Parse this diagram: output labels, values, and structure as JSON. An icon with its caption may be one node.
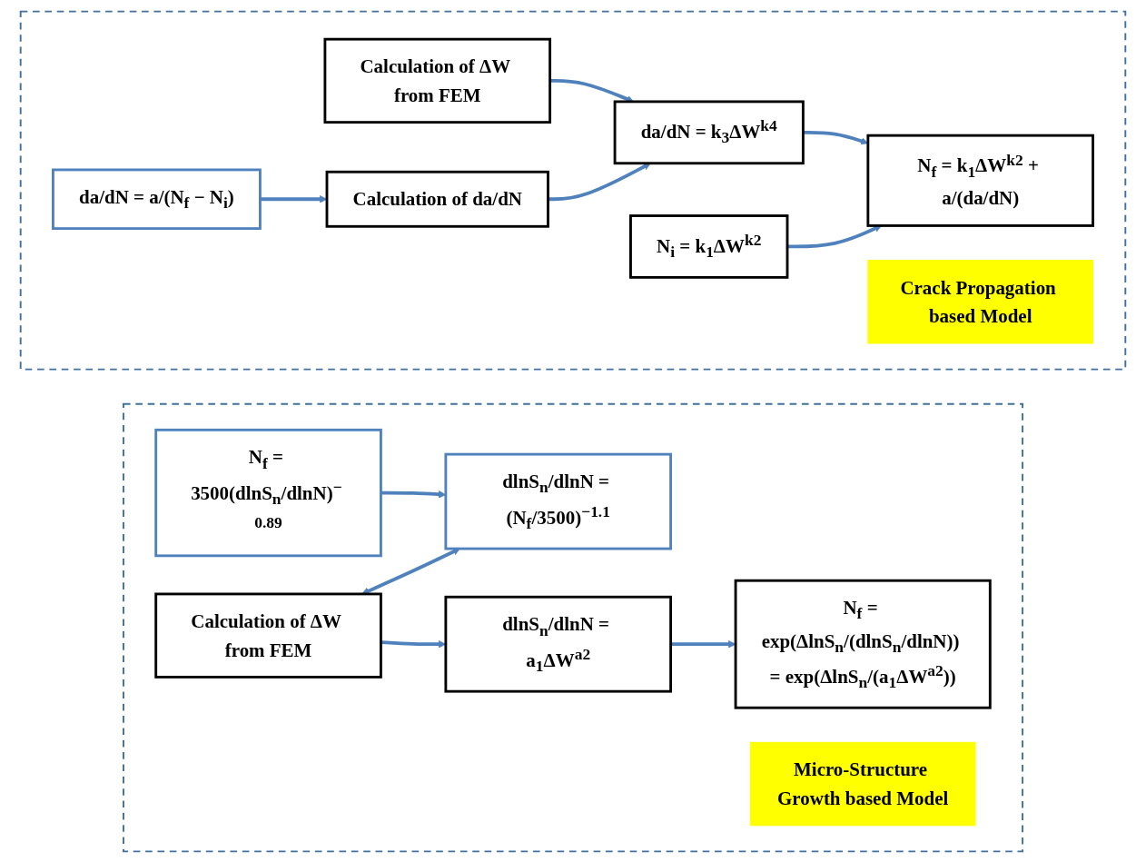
{
  "diagram": {
    "nodes": [
      {
        "text": [],
        "shape": "box"
      },
      {
        "text": [
          "Calculation of ΔW from FEM"
        ],
        "in": 0
      },
      {
        "text": [
          "Calculation of da/dN"
        ],
        "in": 0
      },
      {
        "text": [
          "da/dN = a/(N$_{f}$ − N$_{i}$)"
        ],
        "in": 0
      },
      {
        "text": [
          "da/dN = k$_{3}$ΔW$^{k4}$"
        ],
        "in": 0
      },
      {
        "text": [
          "N$_{i}$ = k$_{1}$ΔW$^{k2}$"
        ],
        "in": 0
      },
      {
        "text": [
          "N$_{f}$ = k$_{1}$ΔW$^{k2}$ + a/(da/dN)"
        ],
        "in": 0
      },
      {
        "text": [
          "Crack Propagation based Model"
        ],
        "in": 0
      },
      {
        "text": [],
        "shape": "box"
      },
      {
        "text": [
          "Calculation of ΔW from FEM"
        ],
        "in": 8
      },
      {
        "text": [
          "dlnS$_{n}$/dlnN = a$_{1}$ΔW$^{a2}$"
        ],
        "in": 8
      },
      {
        "text": [
          "N$_{f}$ = exp(ΔlnS$_{n}$/(dlnS$_{n}$/dlnN)) = exp(ΔlnS$_{n}$/(a$_{1}$ΔW$^{a2}$))"
        ],
        "in": 8
      },
      {
        "text": [
          "dlnS$_{n}$/dlnN = (N$_{f}$/3500)$^{−1.1}$"
        ],
        "in": 8
      },
      {
        "text": [
          "N$_{f}$ = 3500(dlnS$_{n}$/dlnN)$^{− 0.89}$"
        ],
        "in": 8
      },
      {
        "text": [
          "Micro-Structure Growth based Model"
        ],
        "in": 8
      }
    ],
    "edges": [
      {
        "from": 1,
        "to": 4,
        "arrow": "to"
      },
      {
        "from": 2,
        "to": 4,
        "arrow": "to"
      },
      {
        "from": 3,
        "to": 2,
        "arrow": "to"
      },
      {
        "from": 4,
        "to": 6,
        "arrow": "to"
      },
      {
        "from": 5,
        "to": 6,
        "arrow": "to"
      },
      {
        "from": 9,
        "to": 12,
        "arrow": "both"
      },
      {
        "from": 9,
        "to": 10,
        "arrow": "to"
      },
      {
        "from": 10,
        "to": 11,
        "arrow": "to"
      },
      {
        "from": 13,
        "to": 12,
        "arrow": "to"
      }
    ]
  }
}
